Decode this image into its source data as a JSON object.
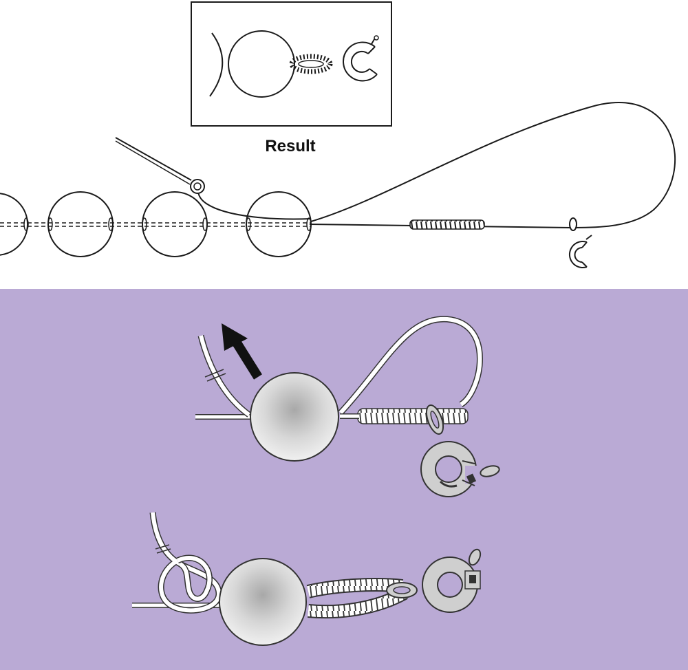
{
  "top_diagram": {
    "result_caption": "Result"
  },
  "colors": {
    "ink": "#1a1a1a",
    "bottom_background": "#baaad5",
    "cord": "#ffffff",
    "clasp": "#cfcfcf",
    "arrow": "#111111"
  },
  "icons": [
    "bead",
    "spring-ring-clasp",
    "french-wire-coil",
    "knot",
    "arrow"
  ]
}
